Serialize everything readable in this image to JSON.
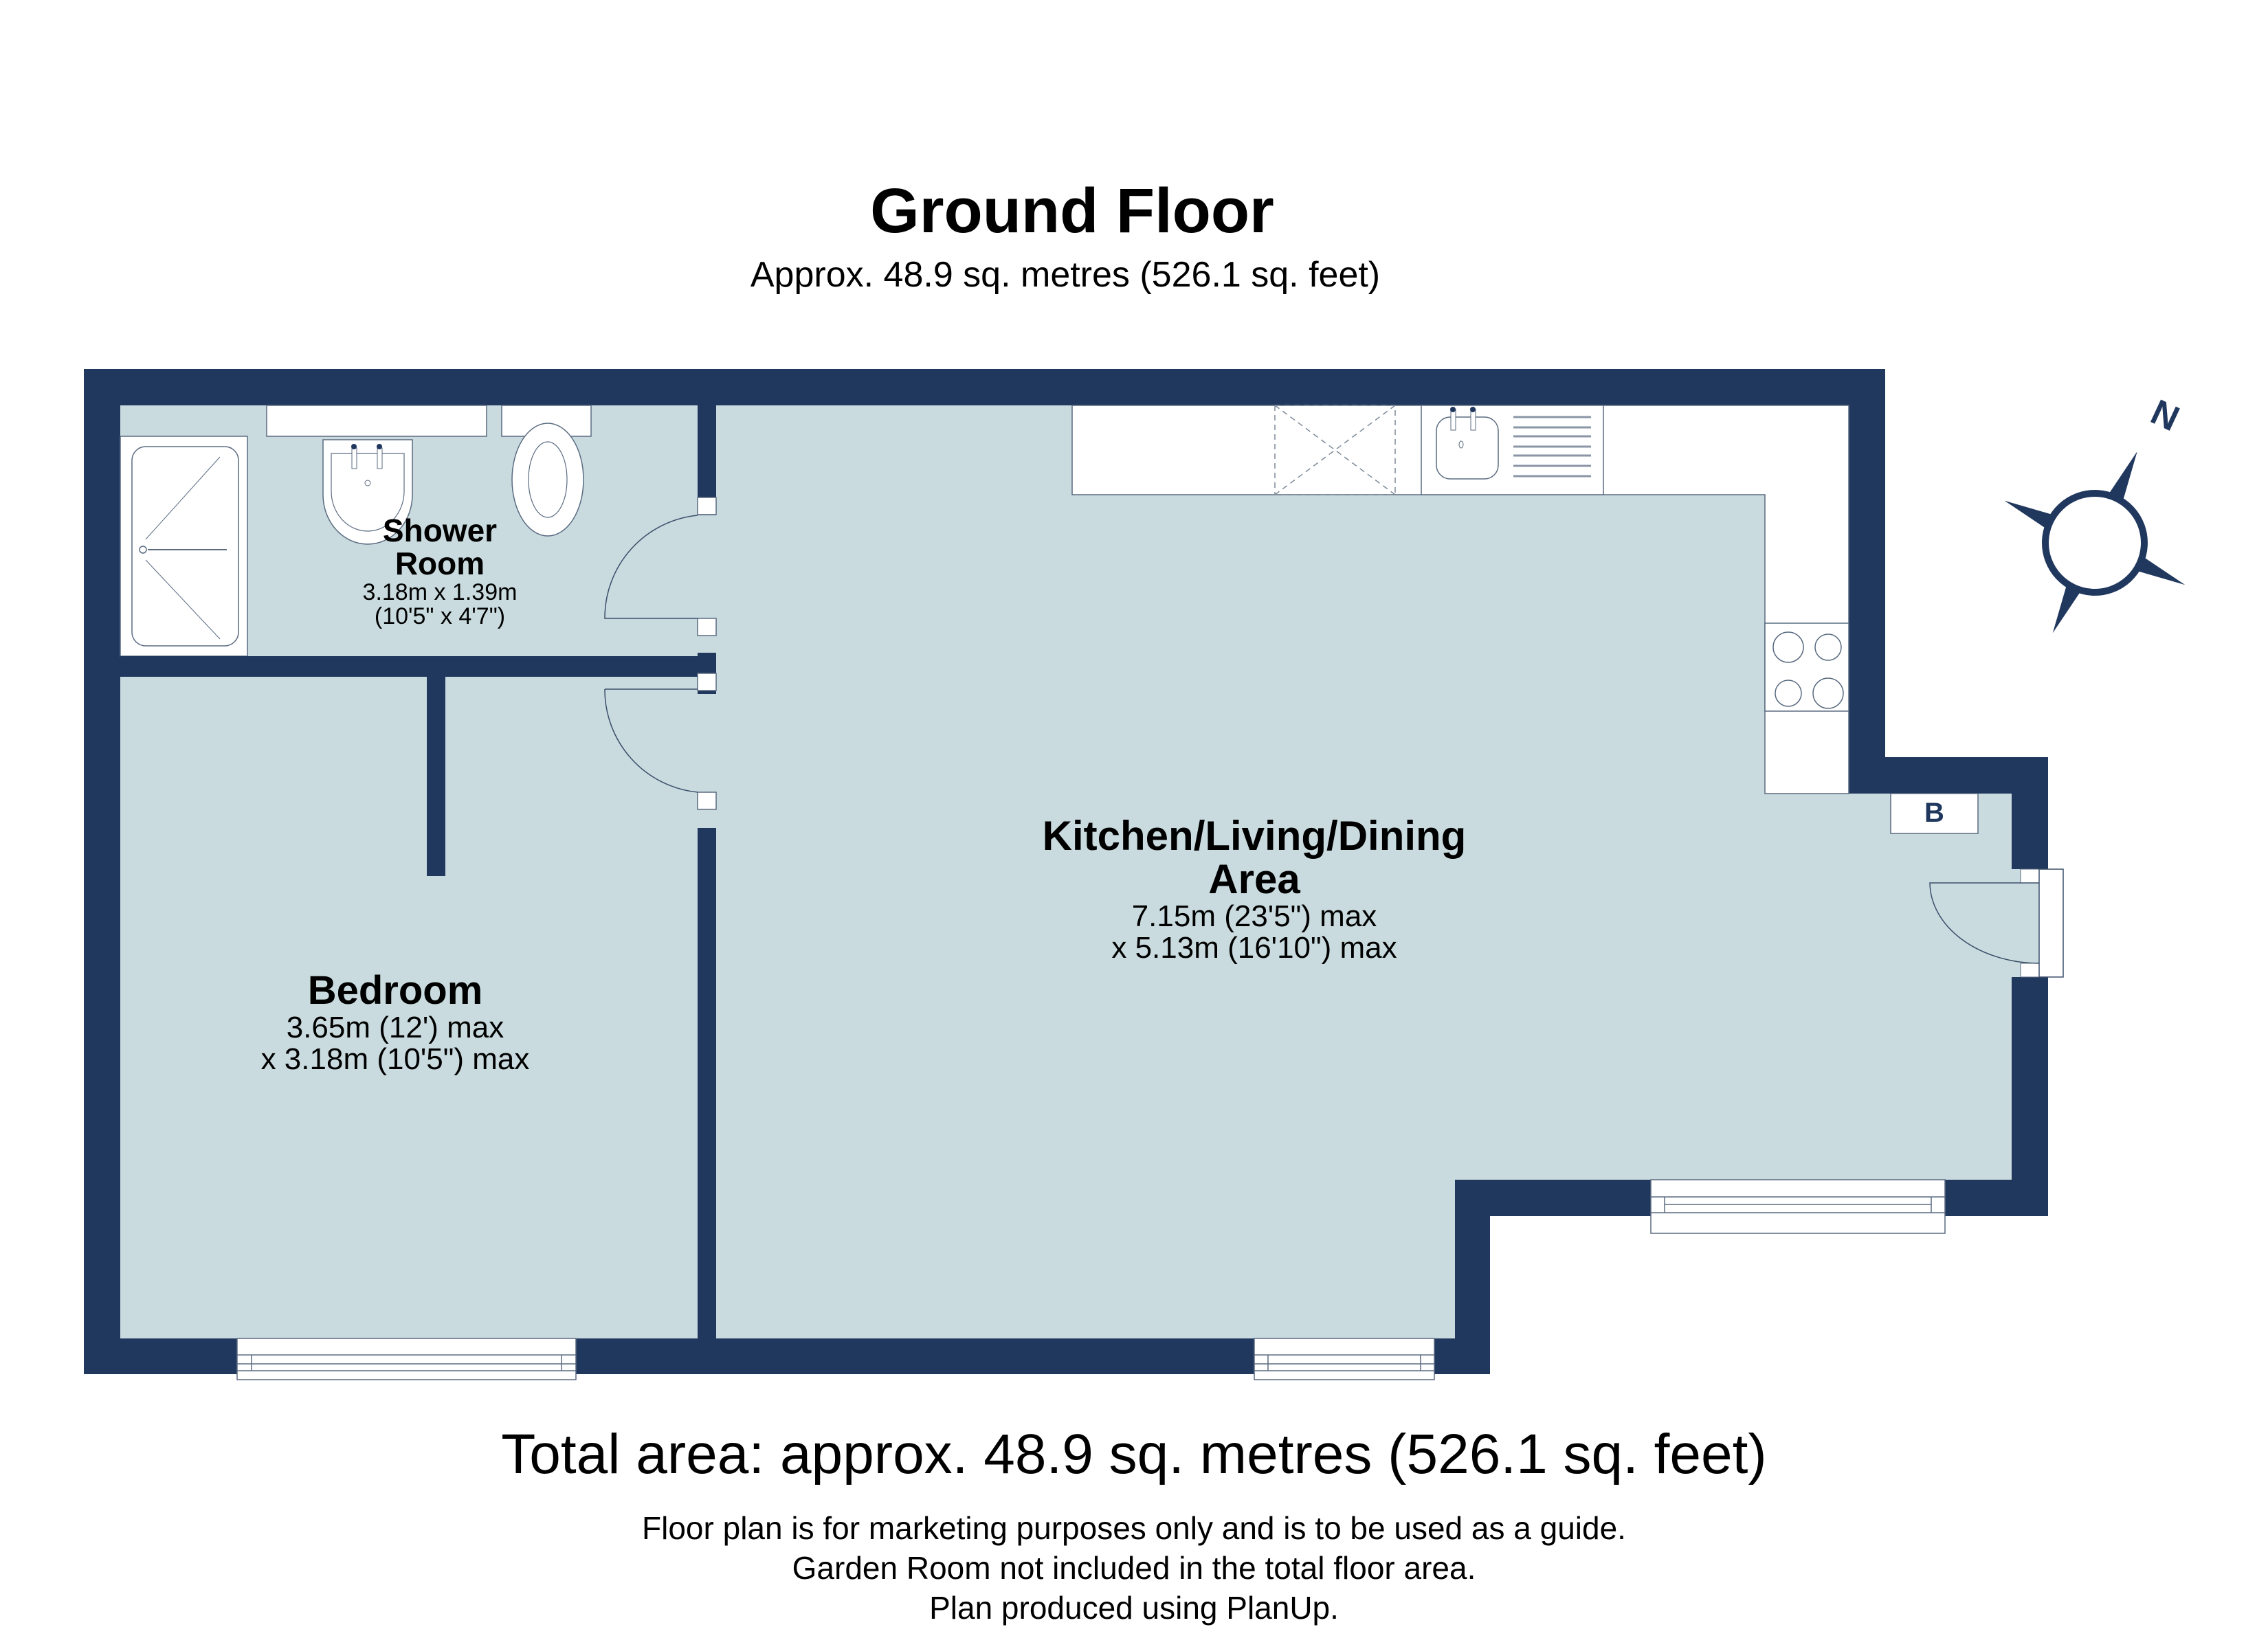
{
  "header": {
    "title": "Ground Floor",
    "subtitle": "Approx. 48.9 sq. metres (526.1 sq. feet)"
  },
  "colors": {
    "wall": "#21385E",
    "floor": "#C9DBDF",
    "fixture": "#FFFFFF",
    "line": "#5A6B80"
  },
  "rooms": {
    "shower": {
      "name_line1": "Shower",
      "name_line2": "Room",
      "dims_line1": "3.18m x 1.39m",
      "dims_line2": "(10'5\" x 4'7\")"
    },
    "bedroom": {
      "name": "Bedroom",
      "dims_line1": "3.65m (12') max",
      "dims_line2": "x 3.18m (10'5\") max"
    },
    "kitchen": {
      "name_line1": "Kitchen/Living/Dining",
      "name_line2": "Area",
      "dims_line1": "7.15m (23'5\") max",
      "dims_line2": "x 5.13m (16'10\") max"
    }
  },
  "fixtures": {
    "boiler_label": "B"
  },
  "compass": {
    "label": "N"
  },
  "footer": {
    "total": "Total area: approx. 48.9 sq. metres (526.1 sq. feet)",
    "note1": "Floor plan is for marketing purposes only and is to be used as a guide.",
    "note2": "Garden Room not included in the total floor area.",
    "note3": "Plan produced using PlanUp."
  }
}
